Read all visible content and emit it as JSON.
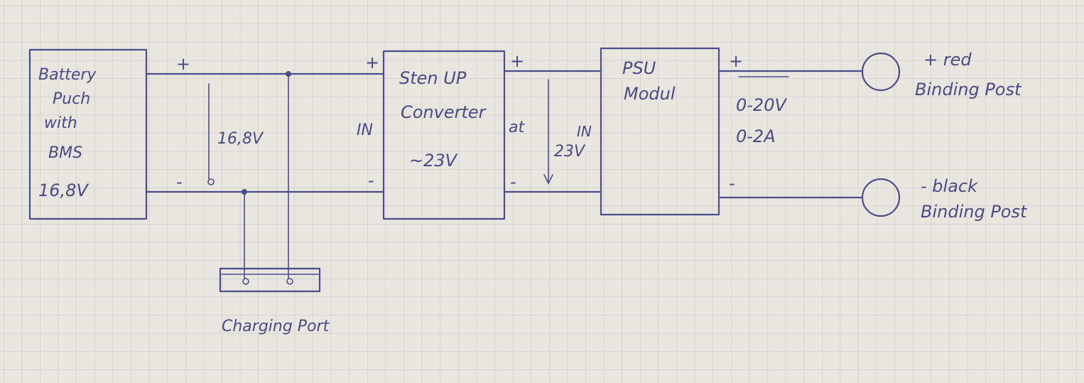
{
  "colors": {
    "paper": "#e9e6df",
    "grid": "#c4c4c4",
    "ink": "#4b4d8c"
  },
  "battery": {
    "line1": "Battery",
    "line2": "Puch",
    "line3": "with",
    "line4": "BMS",
    "voltage": "16,8V"
  },
  "battery_pos": "+",
  "battery_neg": "-",
  "link_voltage": "16,8V",
  "charging_port": "Charging Port",
  "stepup": {
    "line1": "Sten UP",
    "line2": "Converter",
    "voltage": "~23V",
    "in_label": "IN",
    "in_pos": "+",
    "in_neg": "-"
  },
  "stepup_out": {
    "out_label": "at",
    "pos": "+",
    "neg": "-"
  },
  "psu_link_voltage": "23V",
  "psu_in_label": "IN",
  "psu": {
    "line1": "PSU",
    "line2": "Modul",
    "pos": "+",
    "neg": "-",
    "voltage_range": "0-20V",
    "current_range": "0-2A"
  },
  "red_post": {
    "line1": "+ red",
    "line2": "Binding Post"
  },
  "black_post": {
    "line1": "- black",
    "line2": "Binding Post"
  }
}
